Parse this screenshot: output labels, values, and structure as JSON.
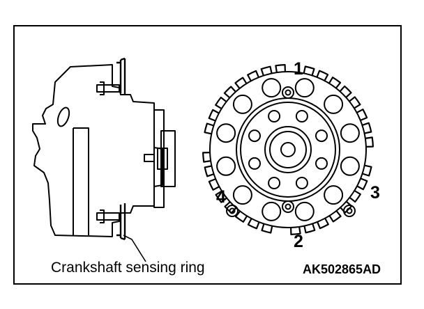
{
  "labels": {
    "caption": "Crankshaft sensing ring",
    "figure_code": "AK502865AD"
  },
  "bolt_numbers": [
    "1",
    "2",
    "3",
    "4"
  ],
  "colors": {
    "ink": "#000000",
    "paper": "#ffffff"
  }
}
